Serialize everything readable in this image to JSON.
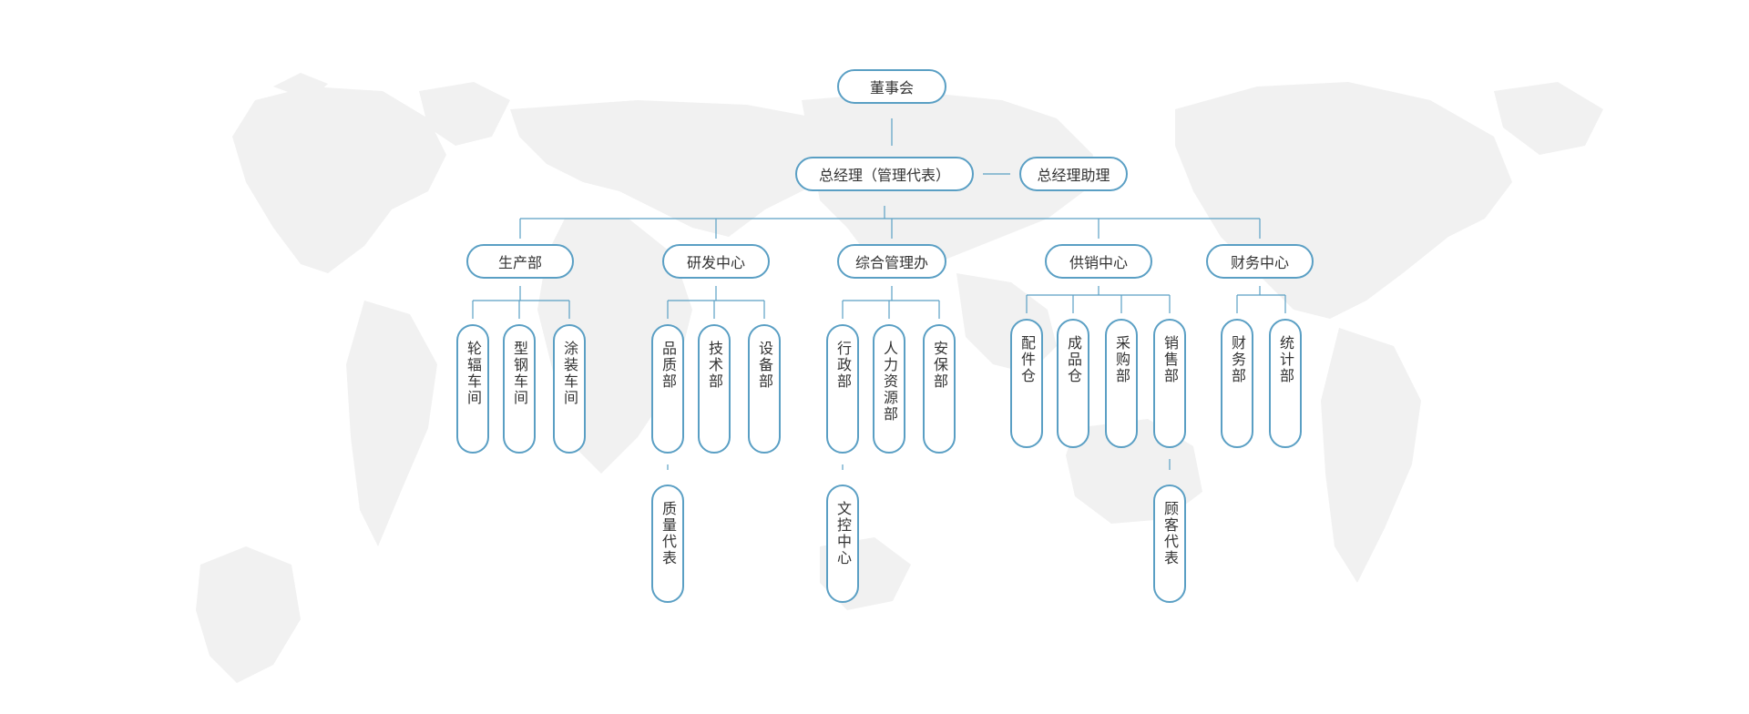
{
  "colors": {
    "line": "#5a9fc4",
    "map": "#f1f1f1",
    "text": "#333333"
  },
  "top": {
    "board": "董事会",
    "gm": "总经理（管理代表）",
    "assistant": "总经理助理"
  },
  "departments": [
    {
      "name": "生产部",
      "children": [
        "轮辐车间",
        "型钢车间",
        "涂装车间"
      ]
    },
    {
      "name": "研发中心",
      "children": [
        "品质部",
        "技术部",
        "设备部"
      ],
      "sub": {
        "parent": "品质部",
        "name": "质量代表"
      }
    },
    {
      "name": "综合管理办",
      "children": [
        "行政部",
        "人力资源部",
        "安保部"
      ],
      "sub": {
        "parent": "行政部",
        "name": "文控中心"
      }
    },
    {
      "name": "供销中心",
      "children": [
        "配件仓",
        "成品仓",
        "采购部",
        "销售部"
      ],
      "sub": {
        "parent": "销售部",
        "name": "顾客代表"
      }
    },
    {
      "name": "财务中心",
      "children": [
        "财务部",
        "统计部"
      ]
    }
  ]
}
